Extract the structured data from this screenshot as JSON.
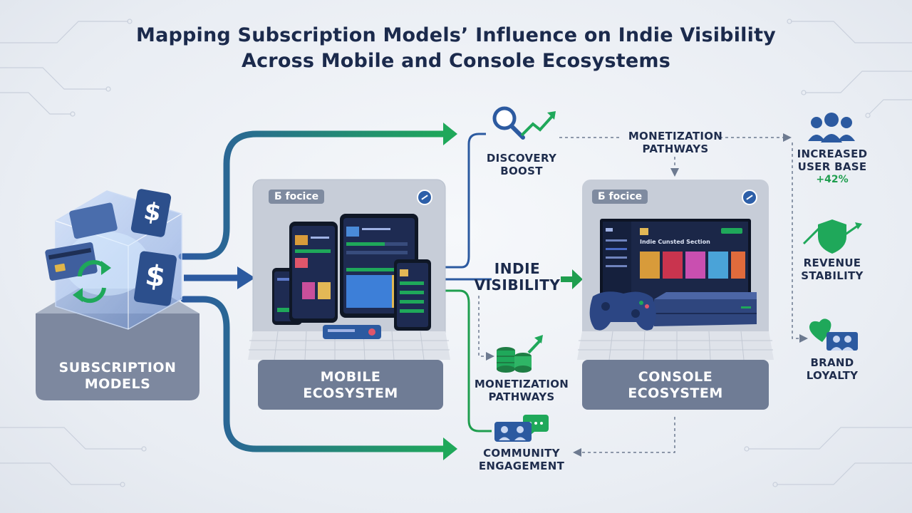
{
  "title": {
    "line1": "Mapping Subscription Models’ Influence on Indie Visibility",
    "line2": "Across Mobile and Console Ecosystems"
  },
  "source_node": {
    "line1": "SUBSCRIPTION",
    "line2": "MODELS",
    "dollar_symbol": "$"
  },
  "mobile_panel": {
    "tag": "Б focice",
    "label_line1": "MOBILE",
    "label_line2": "ECOSYSTEM"
  },
  "console_panel": {
    "tag": "Б focice",
    "label_line1": "CONSOLE",
    "label_line2": "ECOSYSTEM",
    "screen_heading": "Indie Cunsted Section"
  },
  "center": {
    "line1": "INDIE",
    "line2": "VISIBILITY"
  },
  "discovery": {
    "line1": "DISCOVERY",
    "line2": "BOOST"
  },
  "monetization_top": {
    "line1": "MONETIZATION",
    "line2": "PATHWAYS"
  },
  "monetization_mid": {
    "line1": "MONETIZATION",
    "line2": "PATHWAYS"
  },
  "community": {
    "line1": "COMMUNITY",
    "line2": "ENGAGEMENT"
  },
  "outcomes": {
    "user_base": {
      "line1": "INCREASED",
      "line2": "USER BASE",
      "stat": "+42%"
    },
    "revenue": {
      "line1": "REVENUE",
      "line2": "STABILITY"
    },
    "loyalty": {
      "line1": "BRAND",
      "line2": "LOYALTY"
    }
  },
  "colors": {
    "blue_path": "#2c5aa0",
    "green_path": "#1f9e4f",
    "panel_gray": "#8e99ac",
    "panel_dark": "#6c7892",
    "title_navy": "#1b2a4c"
  },
  "icons": [
    "search-trend-icon",
    "coins-growth-icon",
    "chat-people-icon",
    "users-group-icon",
    "shield-dollar-icon",
    "heart-people-icon",
    "credit-card-icon",
    "refresh-icon",
    "gamepad-icon"
  ]
}
